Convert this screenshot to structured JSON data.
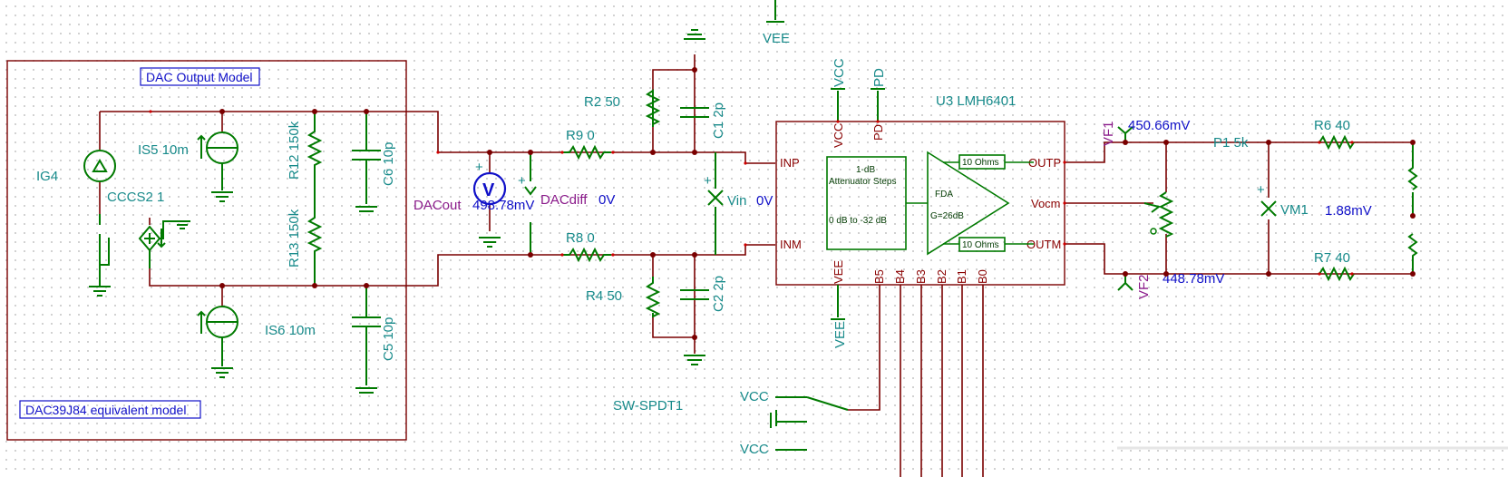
{
  "blocks": {
    "dac_title": "DAC Output Model",
    "dac_footer": "DAC39J84 equivalent model"
  },
  "components": {
    "ig4": "IG4",
    "cccs2": "CCCS2 1",
    "is5": "IS5 10m",
    "is6": "IS6 10m",
    "r12": "R12 150k",
    "r13": "R13 150k",
    "c6": "C6 10p",
    "c5": "C5 10p",
    "r9": "R9 0",
    "r8": "R8 0",
    "r2": "R2 50",
    "r4": "R4 50",
    "c1": "C1 2p",
    "c2": "C2 2p",
    "u3": "U3 LMH6401",
    "p1": "P1 5k",
    "r6": "R6 40",
    "r7": "R7 40",
    "sw": "SW-SPDT1",
    "vin": "Vin",
    "vm1": "VM1",
    "vf1": "VF1",
    "vf2": "VF2"
  },
  "nets": {
    "dacout": "DACout",
    "dacdiff": "DACdiff",
    "vee": "VEE",
    "vcc": "VCC",
    "pd": "PD"
  },
  "readings": {
    "v_meter": "498.78mV",
    "dacdiff": "0V",
    "vin": "0V",
    "vf1": "450.66mV",
    "vf2": "448.78mV",
    "vm1": "1.88mV"
  },
  "chip": {
    "pins_left": [
      "INP",
      "INM"
    ],
    "pins_right": [
      "OUTP",
      "Vocm",
      "OUTM"
    ],
    "pins_top": [
      "VCC",
      "PD"
    ],
    "pins_bottom": [
      "VEE",
      "B5",
      "B4",
      "B3",
      "B2",
      "B1",
      "B0"
    ],
    "atten_line1": "1-dB",
    "atten_line2": "Attenuator Steps",
    "atten_line3": "0 dB to -32 dB",
    "fda": "FDA",
    "gain": "G=26dB",
    "r_top": "10 Ohms",
    "r_bot": "10 Ohms"
  },
  "meter_symbol": "V"
}
